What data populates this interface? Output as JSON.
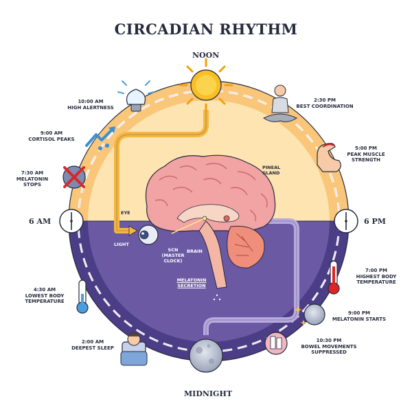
{
  "title": "CIRCADIAN RHYTHM",
  "clock": {
    "noon": "NOON",
    "midnight": "MIDNIGHT",
    "six_am": "6 AM",
    "six_pm": "6 PM"
  },
  "events": [
    {
      "time": "10:00 AM",
      "text": "HIGH ALERTNESS",
      "icon": "lightbulb-icon"
    },
    {
      "time": "9:00 AM",
      "text": "CORTISOL PEAKS",
      "icon": "rising-arrow-icon"
    },
    {
      "time": "7:30 AM",
      "text": "MELATONIN STOPS",
      "icon": "crossed-moon-icon"
    },
    {
      "time": "4:30 AM",
      "text": "LOWEST BODY TEMPERATURE",
      "icon": "cold-thermometer-icon"
    },
    {
      "time": "2:00 AM",
      "text": "DEEPEST SLEEP",
      "icon": "sleeping-person-icon"
    },
    {
      "time": "2:30 PM",
      "text": "BEST COORDINATION",
      "icon": "meditating-person-icon"
    },
    {
      "time": "5:00 PM",
      "text": "PEAK MUSCLE STRENGTH",
      "icon": "flexed-arm-icon"
    },
    {
      "time": "7:00 PM",
      "text": "HIGHEST BODY TEMPERATURE",
      "icon": "hot-thermometer-icon"
    },
    {
      "time": "9:00 PM",
      "text": "MELATONIN STARTS",
      "icon": "moon-icon"
    },
    {
      "time": "10:30 PM",
      "text": "BOWEL MOVEMENTS SUPPRESSED",
      "icon": "toilet-icon"
    }
  ],
  "brain_labels": {
    "eye": "EYE",
    "light": "LIGHT",
    "scn": "SCN (MASTER CLOCK)",
    "brain": "BRAIN",
    "pineal": "PINEAL GLAND",
    "melatonin": "MELATONIN SECRETION"
  },
  "colors": {
    "day": "#fde4b0",
    "night": "#6b5aa3",
    "ring_day": "#f9c67a",
    "ring_night": "#4b3d86",
    "light_path": "#f5b642",
    "melatonin_path": "#a999d2",
    "sun": "#fbbf24"
  }
}
